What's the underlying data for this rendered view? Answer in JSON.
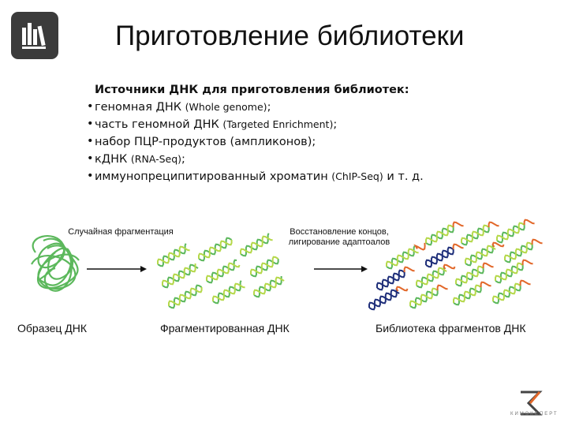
{
  "title": "Приготовление библиотеки",
  "sources": {
    "heading": "Источники ДНК для приготовления библиотек:",
    "items": [
      {
        "main": "геномная ДНК ",
        "note": "(Whole genome)",
        "tail": ";"
      },
      {
        "main": "часть геномной ДНК ",
        "note": "(Targeted Enrichment)",
        "tail": ";"
      },
      {
        "main": "набор ПЦР-продуктов (ампликонов);",
        "note": "",
        "tail": ""
      },
      {
        "main": "кДНК ",
        "note": "(RNA-Seq)",
        "tail": ";"
      },
      {
        "main": "иммунопреципитированный хроматин ",
        "note": "(ChIP-Seq)",
        "tail": " и т. д."
      }
    ]
  },
  "steps": {
    "fragmentation": "Случайная фрагментация",
    "repair": "Восстановление концов, лигирование адаптоалов"
  },
  "captions": {
    "sample": "Образец ДНК",
    "fragmented": "Фрагментированная ДНК",
    "library": "Библиотека фрагментов ДНК"
  },
  "brand": "КИМЭКСПЕРТ",
  "colors": {
    "dna_green": "#5cb85c",
    "dna_light_green": "#b5d84a",
    "dna_navy": "#1f2f7a",
    "adapter_orange": "#e2682a",
    "logo_bg": "#3b3b3b"
  }
}
